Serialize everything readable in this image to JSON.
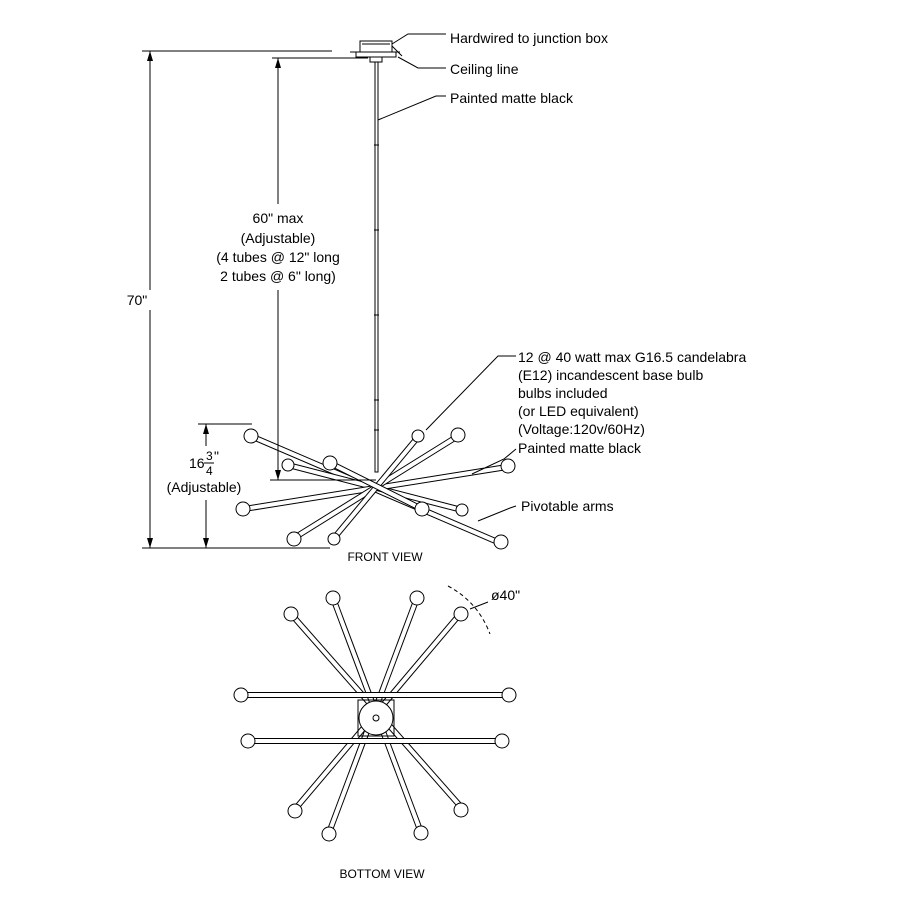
{
  "callouts": {
    "junction": "Hardwired to junction box",
    "ceiling": "Ceiling line",
    "stem_finish": "Painted matte black",
    "bulb_spec": [
      "12 @ 40  watt max G16.5 candelabra",
      "(E12) incandescent base bulb",
      "bulbs included",
      "(or LED equivalent)",
      "(Voltage:120v/60Hz)"
    ],
    "arm_finish": "Painted matte black",
    "arms": "Pivotable arms"
  },
  "dimensions": {
    "overall": "70\"",
    "stem": [
      "60\" max",
      "(Adjustable)",
      "(4 tubes @ 12\" long",
      "2 tubes @ 6\" long)"
    ],
    "body_whole": "16",
    "body_num": "3",
    "body_den": "4",
    "body_inch": "\"",
    "body_note": "(Adjustable)",
    "diameter": "ø40\""
  },
  "views": {
    "front": "FRONT VIEW",
    "bottom": "BOTTOM VIEW"
  }
}
